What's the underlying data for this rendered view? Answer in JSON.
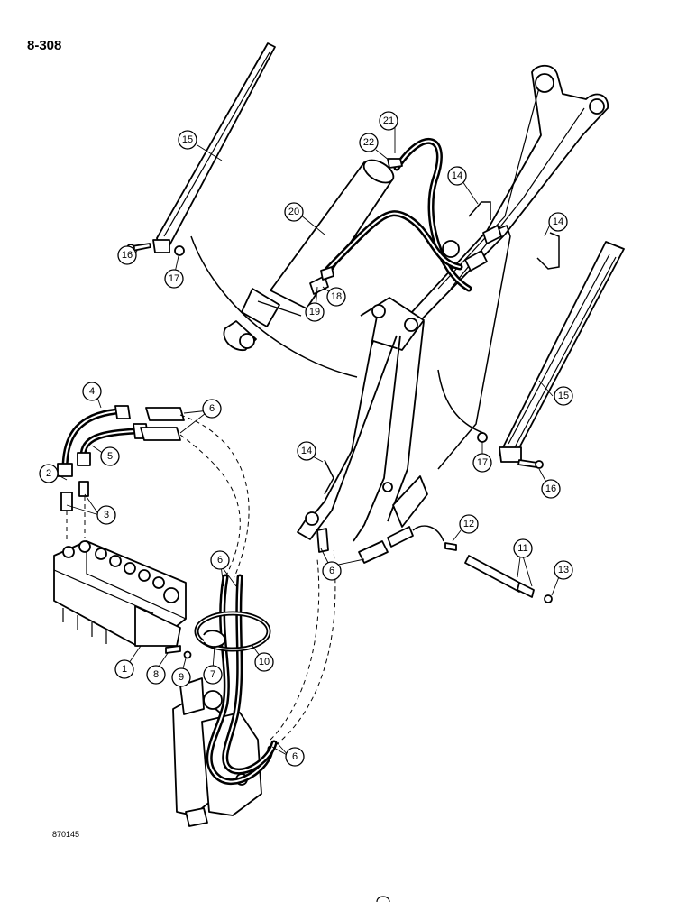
{
  "page": {
    "label": "8-308",
    "drawing_number": "870145"
  },
  "callouts": [
    {
      "id": "c1",
      "label": "1"
    },
    {
      "id": "c2",
      "label": "2"
    },
    {
      "id": "c3",
      "label": "3"
    },
    {
      "id": "c4",
      "label": "4"
    },
    {
      "id": "c5",
      "label": "5"
    },
    {
      "id": "c6a",
      "label": "6"
    },
    {
      "id": "c6b",
      "label": "6"
    },
    {
      "id": "c6c",
      "label": "6"
    },
    {
      "id": "c6d",
      "label": "6"
    },
    {
      "id": "c7",
      "label": "7"
    },
    {
      "id": "c8",
      "label": "8"
    },
    {
      "id": "c9",
      "label": "9"
    },
    {
      "id": "c10",
      "label": "10"
    },
    {
      "id": "c11",
      "label": "11"
    },
    {
      "id": "c12",
      "label": "12"
    },
    {
      "id": "c13",
      "label": "13"
    },
    {
      "id": "c14a",
      "label": "14"
    },
    {
      "id": "c14b",
      "label": "14"
    },
    {
      "id": "c14c",
      "label": "14"
    },
    {
      "id": "c15a",
      "label": "15"
    },
    {
      "id": "c15b",
      "label": "15"
    },
    {
      "id": "c16a",
      "label": "16"
    },
    {
      "id": "c16b",
      "label": "16"
    },
    {
      "id": "c17a",
      "label": "17"
    },
    {
      "id": "c17b",
      "label": "17"
    },
    {
      "id": "c18",
      "label": "18"
    },
    {
      "id": "c19",
      "label": "19"
    },
    {
      "id": "c20",
      "label": "20"
    },
    {
      "id": "c21",
      "label": "21"
    },
    {
      "id": "c22",
      "label": "22"
    }
  ]
}
